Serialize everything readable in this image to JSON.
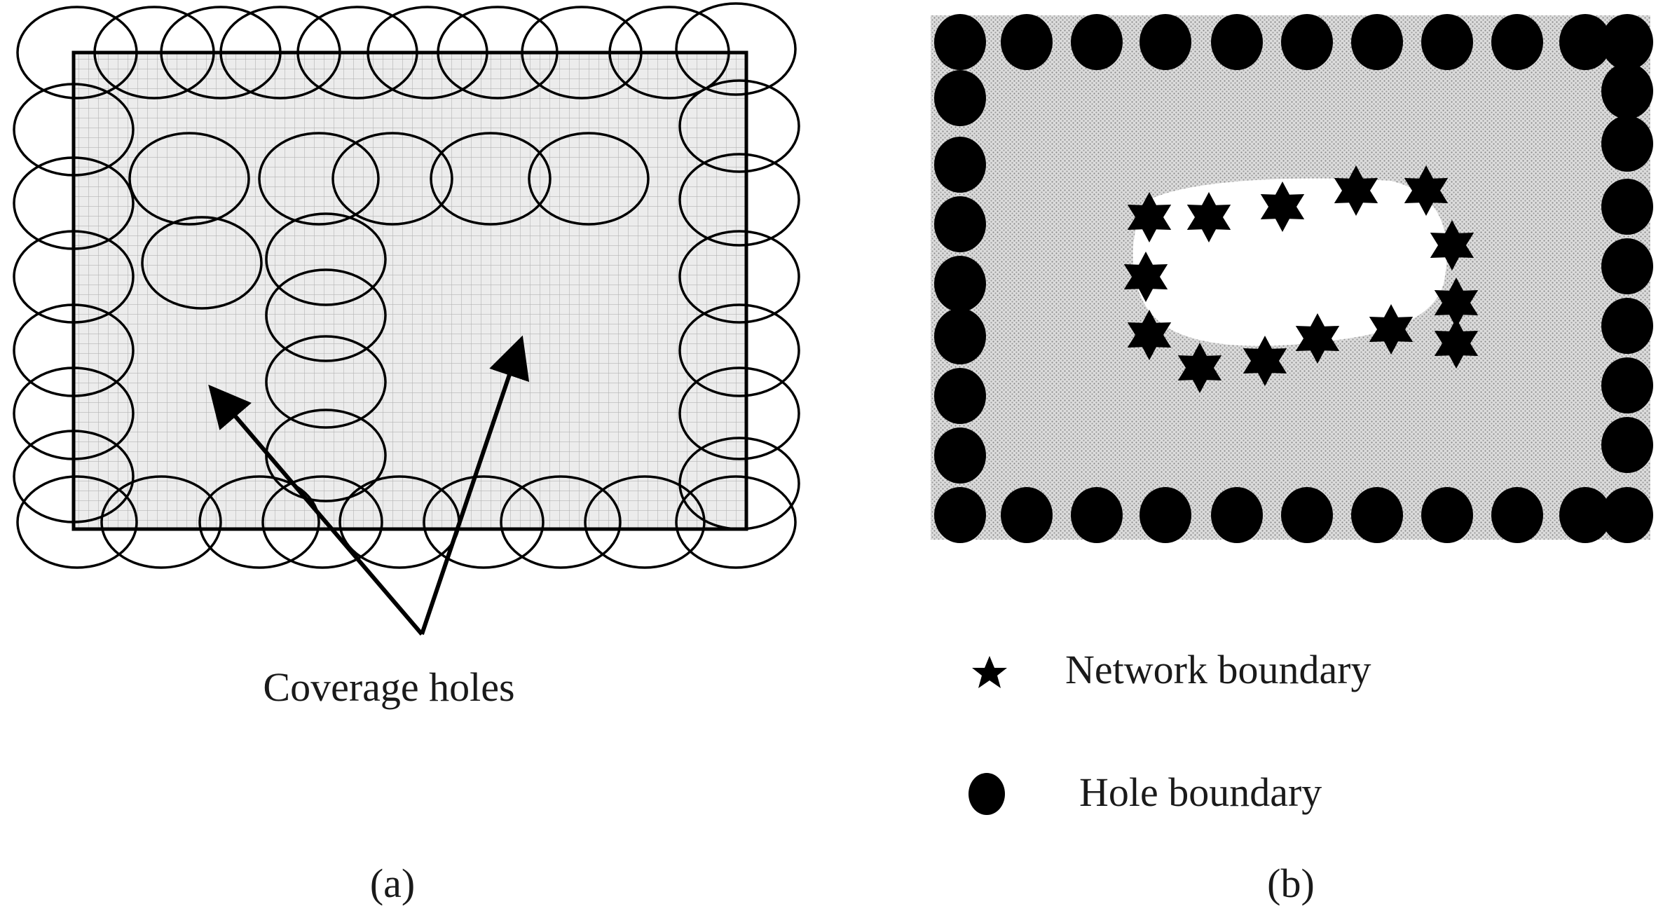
{
  "panel_a": {
    "annotation": "Coverage holes",
    "caption": "(a)"
  },
  "panel_b": {
    "legend": [
      {
        "marker": "star-icon",
        "label": "Network boundary"
      },
      {
        "marker": "filled-circle-icon",
        "label": "Hole boundary"
      }
    ],
    "caption": "(b)"
  },
  "colors": {
    "ink": "#000000",
    "grid_fill": "#e9e9e9",
    "grid_line": "#b8b8b8",
    "stipple_fill": "#d4d4d4"
  }
}
